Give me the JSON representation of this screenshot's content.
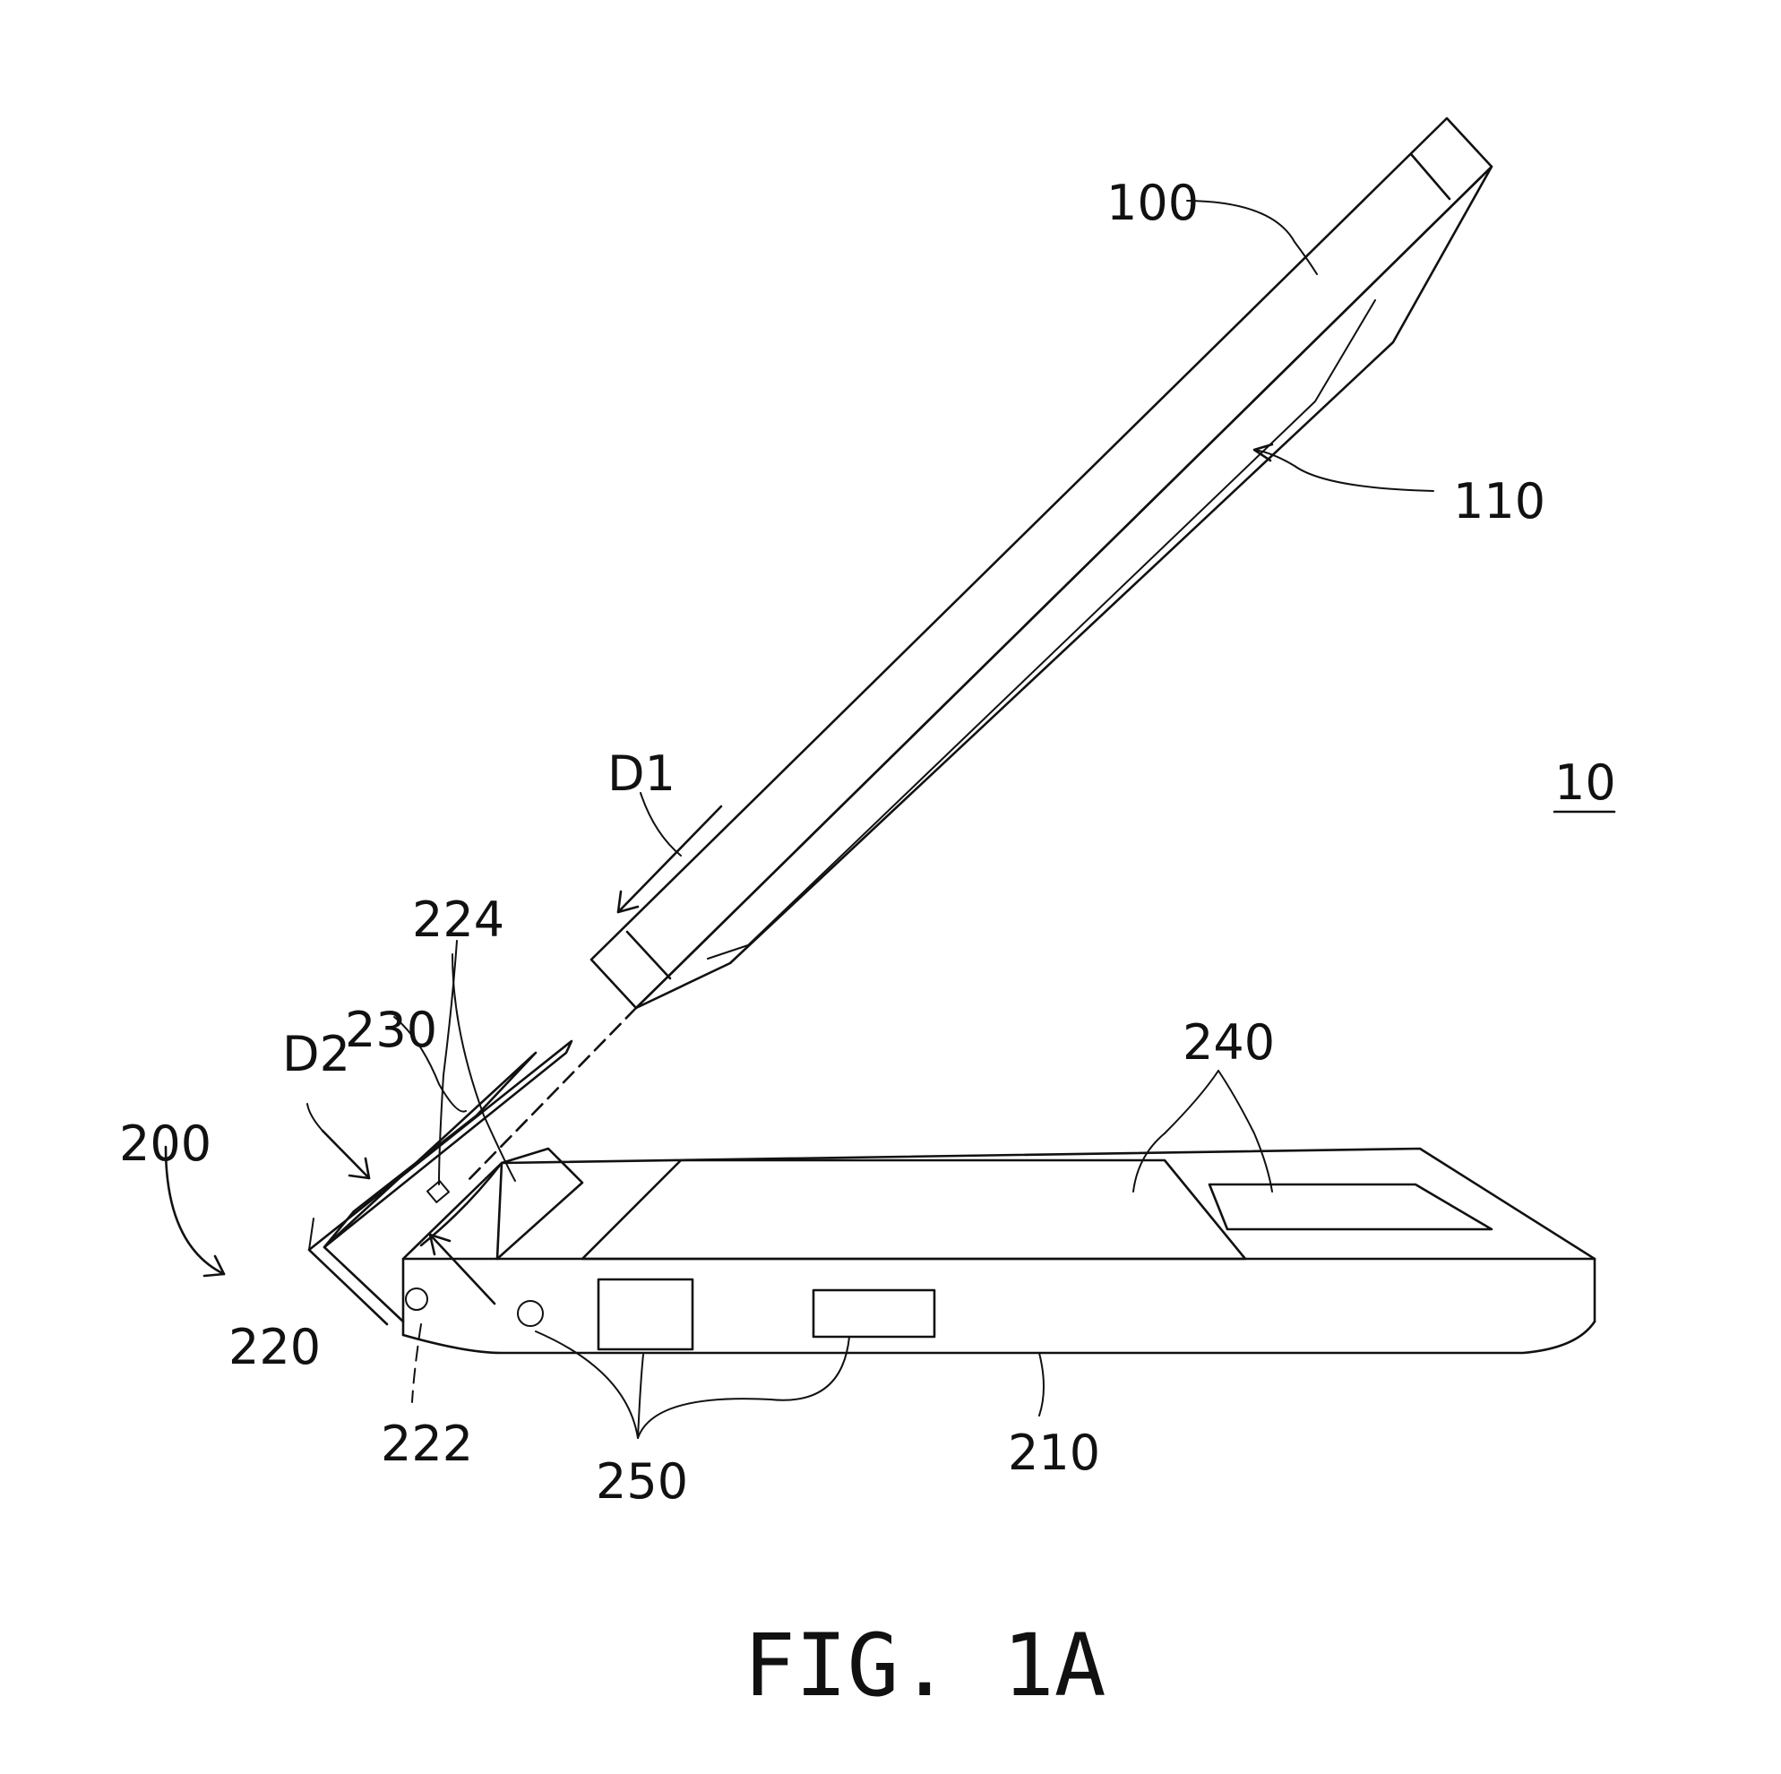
{
  "figure": {
    "caption": "FIG. 1A",
    "assembly_label": "10",
    "labels": {
      "tablet": "100",
      "tablet_edge": "110",
      "base": "200",
      "base_body": "210",
      "hinge_plate": "220",
      "hinge_port": "222",
      "hinge_tabs": "224",
      "connector": "230",
      "pads": "240",
      "ports": "250",
      "dir1": "D1",
      "dir2": "D2"
    }
  }
}
